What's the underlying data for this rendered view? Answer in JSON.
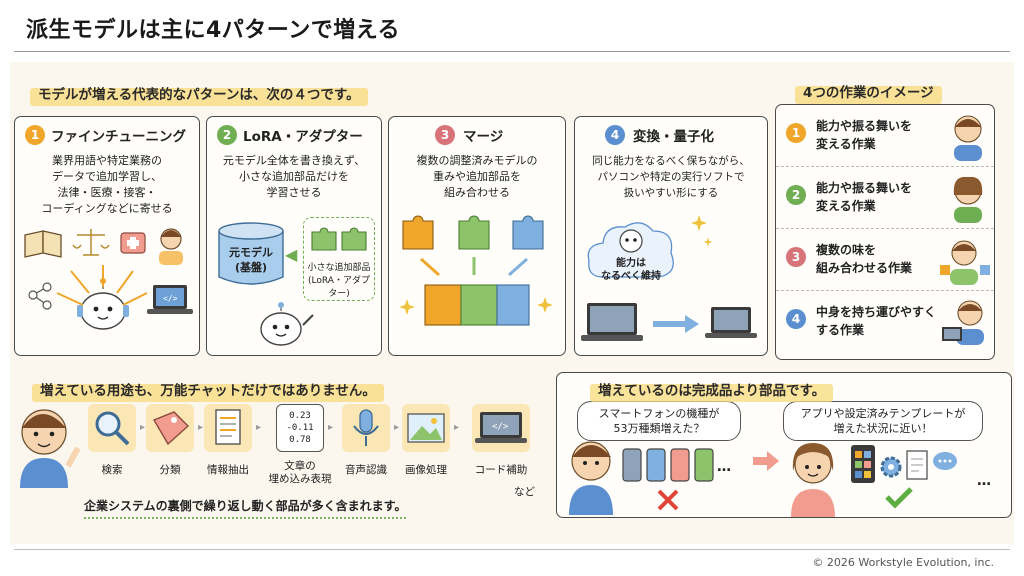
{
  "title": "派生モデルは主に4パターンで増える",
  "intro_heading": "モデルが増える代表的なパターンは、次の４つです。",
  "patterns": [
    {
      "num": "1",
      "title": "ファインチューニング",
      "desc_lines": [
        "業界用語や特定業務の",
        "データで追加学習し、",
        "法律・医療・接客・",
        "コーディングなどに寄せる"
      ],
      "color": "#f0a62b"
    },
    {
      "num": "2",
      "title": "LoRA・アダプター",
      "desc_lines": [
        "元モデル全体を書き換えず、",
        "小さな追加部品だけを",
        "学習させる"
      ],
      "cyl_label_1": "元モデル",
      "cyl_label_2": "(基盤)",
      "adapter_label_1": "小さな追加部品",
      "adapter_label_2": "(LoRA・アダプター)",
      "color": "#6fae52"
    },
    {
      "num": "3",
      "title": "マージ",
      "desc_lines": [
        "複数の調整済みモデルの",
        "重みや追加部品を",
        "組み合わせる"
      ],
      "color": "#d9737a"
    },
    {
      "num": "4",
      "title": "変換・量子化",
      "desc_lines": [
        "同じ能力をなるべく保ちながら、",
        "パソコンや特定の実行ソフトで",
        "扱いやすい形にする"
      ],
      "cloud_1": "能力は",
      "cloud_2": "なるべく維持",
      "color": "#5b8fd0"
    }
  ],
  "image_heading": "4つの作業のイメージ",
  "image_items": [
    {
      "num": "1",
      "line1": "能力や振る舞いを",
      "line2": "変える作業",
      "color": "#f0a62b"
    },
    {
      "num": "2",
      "line1": "能力や振る舞いを",
      "line2": "変える作業",
      "color": "#6fae52"
    },
    {
      "num": "3",
      "line1": "複数の味を",
      "line2": "組み合わせる作業",
      "color": "#d9737a"
    },
    {
      "num": "4",
      "line1": "中身を持ち運びやすく",
      "line2": "する作業",
      "color": "#5b8fd0"
    }
  ],
  "uses_heading": "増えている用途も、万能チャットだけではありません。",
  "uses": [
    {
      "label": "検索",
      "icon": "magnifier-icon"
    },
    {
      "label": "分類",
      "icon": "tag-icon"
    },
    {
      "label": "情報抽出",
      "icon": "document-icon"
    },
    {
      "label": "文章の\n埋め込み表現",
      "icon": "vector-icon",
      "vector_1": "0.23",
      "vector_2": "-0.11",
      "vector_3": "0.78"
    },
    {
      "label": "音声認識",
      "icon": "microphone-icon"
    },
    {
      "label": "画像処理",
      "icon": "image-icon"
    },
    {
      "label": "コード補助",
      "icon": "laptop-code-icon"
    }
  ],
  "uses_etc": "など",
  "uses_note": "企業システムの裏側で繰り返し動く部品が多く含まれます。",
  "parts_heading": "増えているのは完成品より部品です。",
  "parts_bubble_left": "スマートフォンの機種が\n53万種類増えた？",
  "parts_bubble_right": "アプリや設定済みテンプレートが\n増えた状況に近い！",
  "parts_phone_ellipsis": "…",
  "parts_apps_ellipsis": "…",
  "copyright": "© 2026 Workstyle Evolution, inc."
}
